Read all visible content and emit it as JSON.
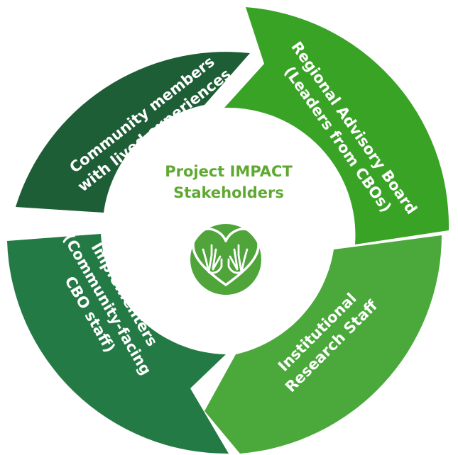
{
  "center": {
    "title_line1": "Project IMPACT",
    "title_line2": "Stakeholders",
    "emblem_icon": "heart-with-hands-icon"
  },
  "segments": [
    {
      "id": "community-members",
      "line1": "Community members",
      "line2": "with lived experiences",
      "color": "#1e5e36"
    },
    {
      "id": "regional-advisory-board",
      "line1": "Regional Advisory Board",
      "line2": "(Leaders from CBOs)",
      "color": "#39a326"
    },
    {
      "id": "institutional-research-staff",
      "line1": "Institutional",
      "line2": "Research Staff",
      "color": "#4aa93a"
    },
    {
      "id": "implementers",
      "line1": "Implementers",
      "line2": "(Community-facing",
      "line3": "CBO staff)",
      "color": "#237a45"
    }
  ],
  "colors": {
    "center_text": "#5fa832",
    "emblem": "#4fa43a",
    "background": "#ffffff"
  }
}
